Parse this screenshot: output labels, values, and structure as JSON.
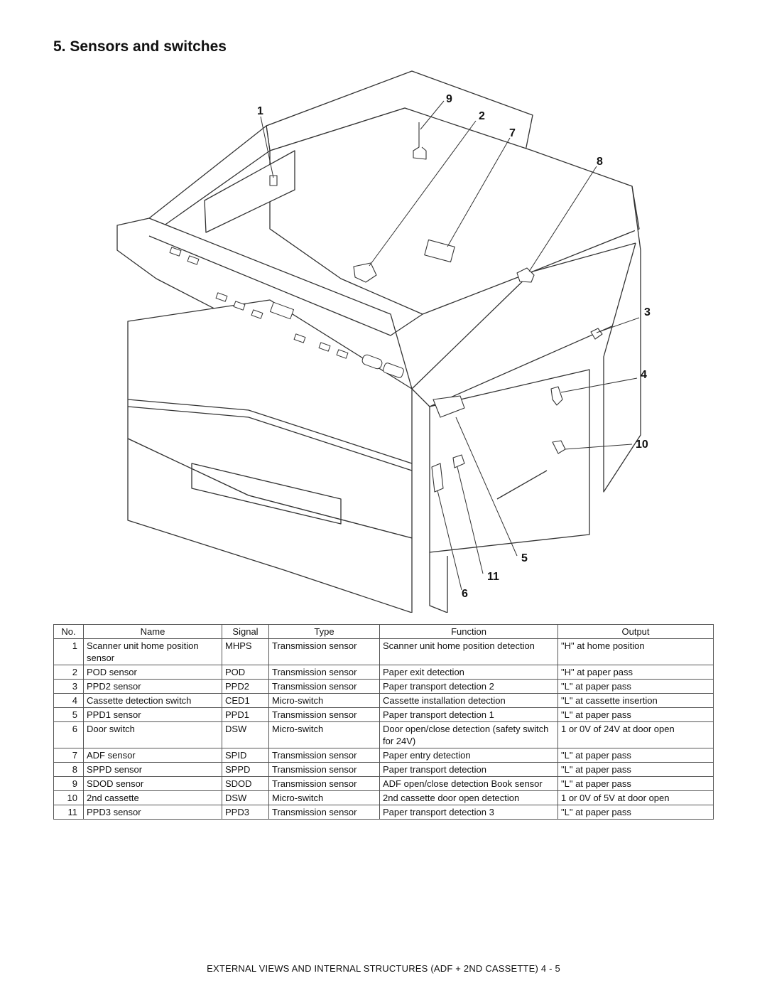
{
  "page": {
    "title": "5. Sensors and switches",
    "footer": "EXTERNAL VIEWS AND INTERNAL STRUCTURES (ADF + 2ND CASSETTE)  4 - 5"
  },
  "figure": {
    "callouts": [
      "1",
      "9",
      "2",
      "7",
      "8",
      "3",
      "4",
      "10",
      "5",
      "11",
      "6"
    ]
  },
  "table": {
    "headers": [
      "No.",
      "Name",
      "Signal",
      "Type",
      "Function",
      "Output"
    ],
    "rows": [
      [
        "1",
        "Scanner unit home position sensor",
        "MHPS",
        "Transmission sensor",
        "Scanner unit home position detection",
        "\"H\" at home position"
      ],
      [
        "2",
        "POD sensor",
        "POD",
        "Transmission sensor",
        "Paper exit detection",
        "\"H\" at paper pass"
      ],
      [
        "3",
        "PPD2 sensor",
        "PPD2",
        "Transmission sensor",
        "Paper transport detection 2",
        "\"L\" at paper pass"
      ],
      [
        "4",
        "Cassette detection switch",
        "CED1",
        "Micro-switch",
        "Cassette installation detection",
        "\"L\" at cassette insertion"
      ],
      [
        "5",
        "PPD1 sensor",
        "PPD1",
        "Transmission sensor",
        "Paper transport detection 1",
        "\"L\" at paper pass"
      ],
      [
        "6",
        "Door switch",
        "DSW",
        "Micro-switch",
        "Door open/close detection (safety switch for 24V)",
        "1 or 0V of 24V at door open"
      ],
      [
        "7",
        "ADF sensor",
        "SPID",
        "Transmission sensor",
        "Paper entry detection",
        "\"L\" at paper pass"
      ],
      [
        "8",
        "SPPD sensor",
        "SPPD",
        "Transmission sensor",
        "Paper transport detection",
        "\"L\" at paper pass"
      ],
      [
        "9",
        "SDOD sensor",
        "SDOD",
        "Transmission sensor",
        "ADF open/close detection Book sensor",
        "\"L\" at paper pass"
      ],
      [
        "10",
        "2nd cassette",
        "DSW",
        "Micro-switch",
        "2nd cassette door open detection",
        "1 or 0V of 5V at door open"
      ],
      [
        "11",
        "PPD3 sensor",
        "PPD3",
        "Transmission sensor",
        "Paper transport detection 3",
        "\"L\" at paper pass"
      ]
    ]
  }
}
